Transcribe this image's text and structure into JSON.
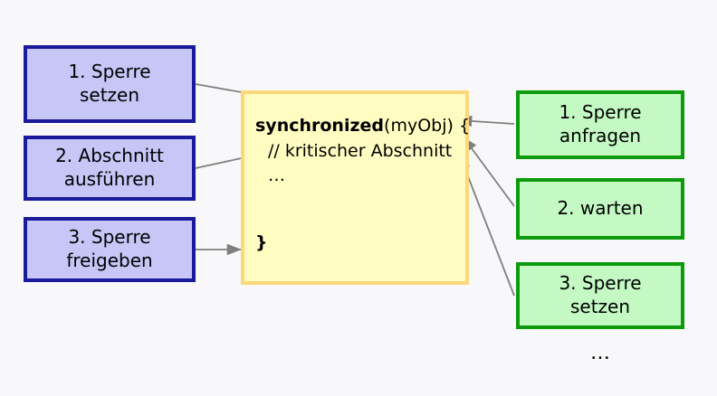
{
  "diagram": {
    "title": "Synchronized block lock protocol diagram",
    "background_color": "#f8f8fa",
    "colors": {
      "blue_fill": "#c6c6f7",
      "blue_border": "#1a1a9c",
      "green_fill": "#c4f9c4",
      "green_border": "#0d9a0d",
      "code_fill": "#fffcc2",
      "code_border": "#fcd87a",
      "arrow": "#808080"
    }
  },
  "left_steps": [
    {
      "id": "left-step-1",
      "line1": "1. Sperre",
      "line2": "setzen"
    },
    {
      "id": "left-step-2",
      "line1": "2. Abschnitt",
      "line2": "ausführen"
    },
    {
      "id": "left-step-3",
      "line1": "3. Sperre",
      "line2": "freigeben"
    }
  ],
  "code": {
    "keyword": "synchronized",
    "signature": "(myObj) {",
    "comment": "// kritischer Abschnitt",
    "ellipsis": "…",
    "closing_brace": "}"
  },
  "right_steps": [
    {
      "id": "right-step-1",
      "line1": "1. Sperre",
      "line2": "anfragen"
    },
    {
      "id": "right-step-2",
      "line1": "2. warten",
      "line2": ""
    },
    {
      "id": "right-step-3",
      "line1": "3. Sperre",
      "line2": "setzen"
    }
  ],
  "right_trailing_ellipsis": "…"
}
